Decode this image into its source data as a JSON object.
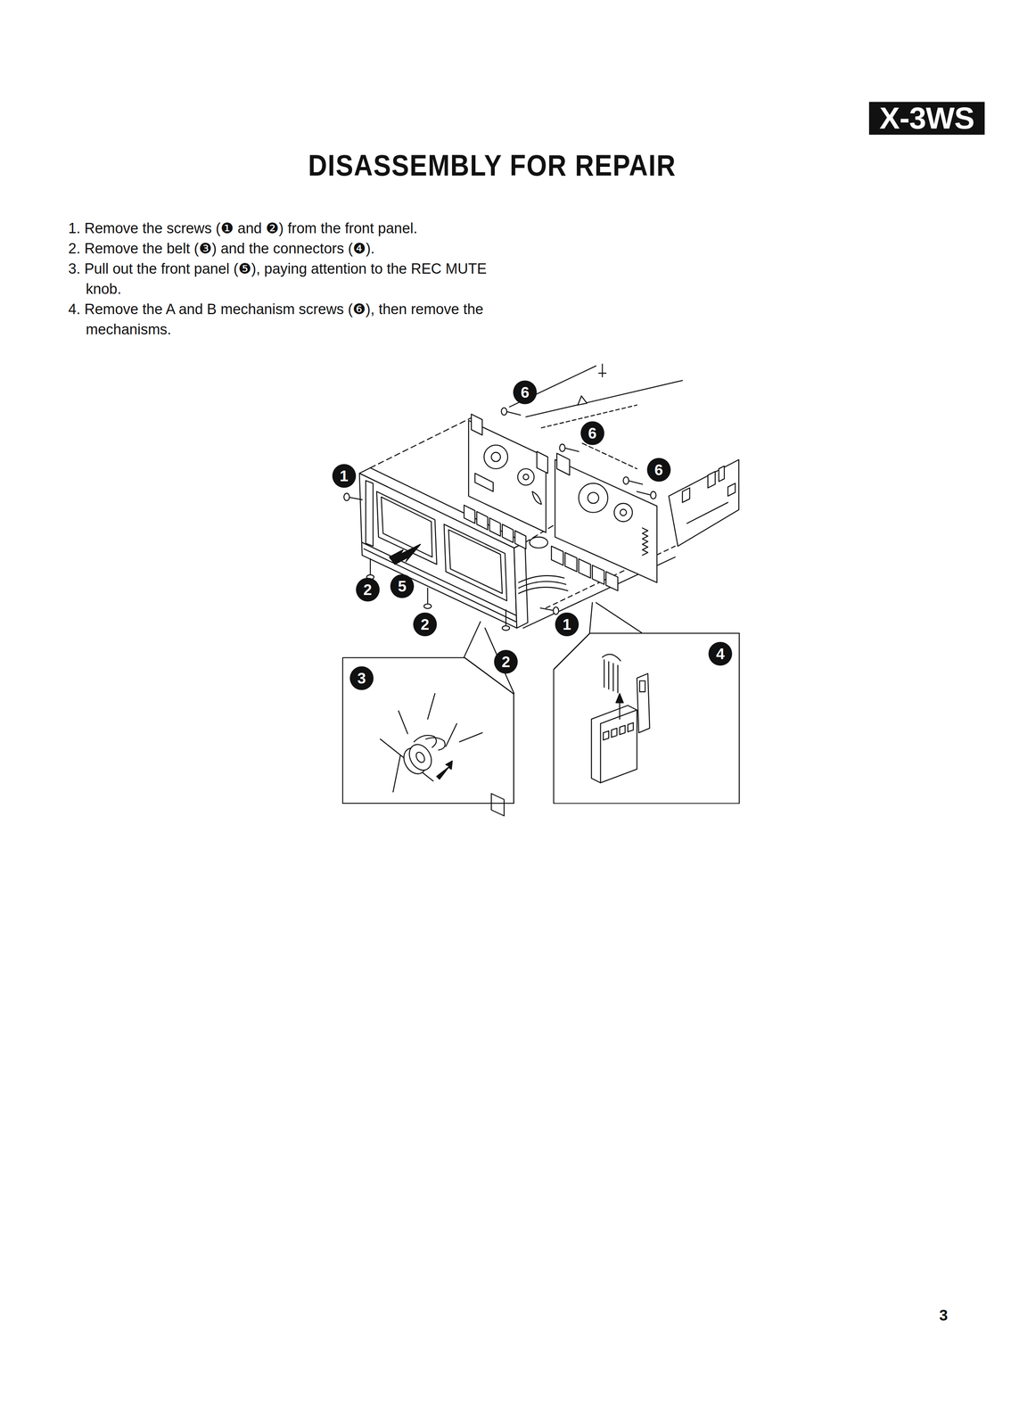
{
  "diagram": {
    "title": "DISASSEMBLY FOR REPAIR",
    "nodes": [
      {
        "text": [
          "3"
        ]
      },
      {
        "text": [
          "4"
        ]
      }
    ],
    "labels": [
      "X-3WS",
      "1. Remove the screws (❶ and ❷) from the front panel.",
      "2. Remove the belt (❸) and the connectors (❹).",
      "3. Pull out the front panel (❺), paying attention to the REC MUTE knob.",
      "4. Remove the A and B mechanism screws (❻), then remove the mechanisms.",
      "6",
      "6",
      "6",
      "1",
      "2",
      "5",
      "2",
      "2",
      "1",
      "3"
    ]
  }
}
